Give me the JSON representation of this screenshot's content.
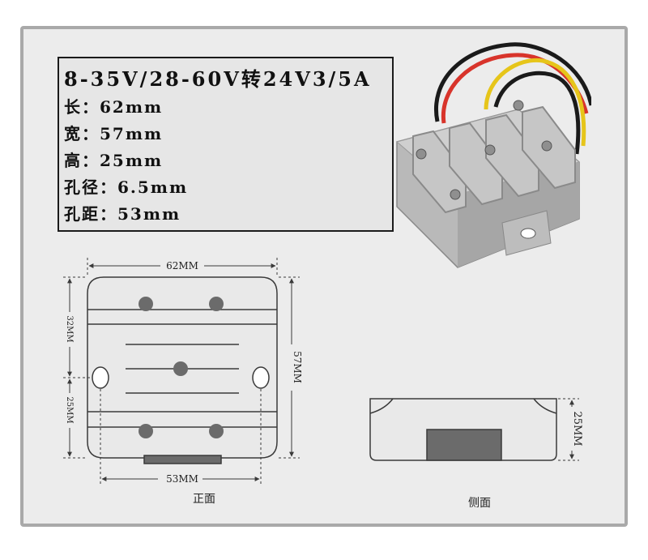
{
  "specs": {
    "title": "8-35V/28-60V转24V3/5A",
    "lines": [
      "长：62mm",
      "宽：57mm",
      "高：25mm",
      "孔径：6.5mm",
      "孔距：53mm"
    ]
  },
  "front_view": {
    "width_label": "62MM",
    "height_label": "57MM",
    "upper_label": "32MM",
    "lower_label": "25MM",
    "hole_spacing_label": "53MM",
    "caption": "正面"
  },
  "side_view": {
    "height_label": "25MM",
    "caption": "侧面"
  },
  "colors": {
    "frame_border": "#a9a9a9",
    "panel_bg": "#ececec",
    "drawing_line": "#3a3a3a",
    "bolt_fill": "#6b6b6b",
    "wire_red": "#d8342b",
    "wire_yellow": "#e6c51a",
    "wire_black": "#1a1a1a"
  }
}
